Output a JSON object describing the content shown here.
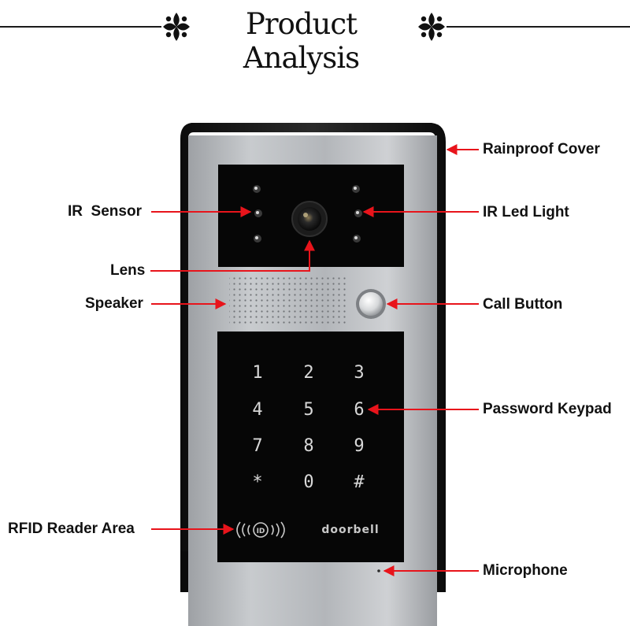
{
  "header": {
    "title": "Product Analysis"
  },
  "labels": {
    "rainproof_cover": "Rainproof Cover",
    "ir_sensor": "IR  Sensor",
    "ir_led_light": "IR Led Light",
    "lens": "Lens",
    "speaker": "Speaker",
    "call_button": "Call Button",
    "password_keypad": "Password Keypad",
    "rfid_reader_area": "RFID Reader Area",
    "microphone": "Microphone"
  },
  "keypad": {
    "keys": [
      "1",
      "2",
      "3",
      "4",
      "5",
      "6",
      "7",
      "8",
      "9",
      "*",
      "0",
      "#"
    ]
  },
  "panel": {
    "brand": "doorbell",
    "rfid_symbol": "ID"
  },
  "colors": {
    "arrow": "#e8141b",
    "cover": "#151515",
    "faceplate": "#b9bcc0",
    "glass": "#060606"
  }
}
